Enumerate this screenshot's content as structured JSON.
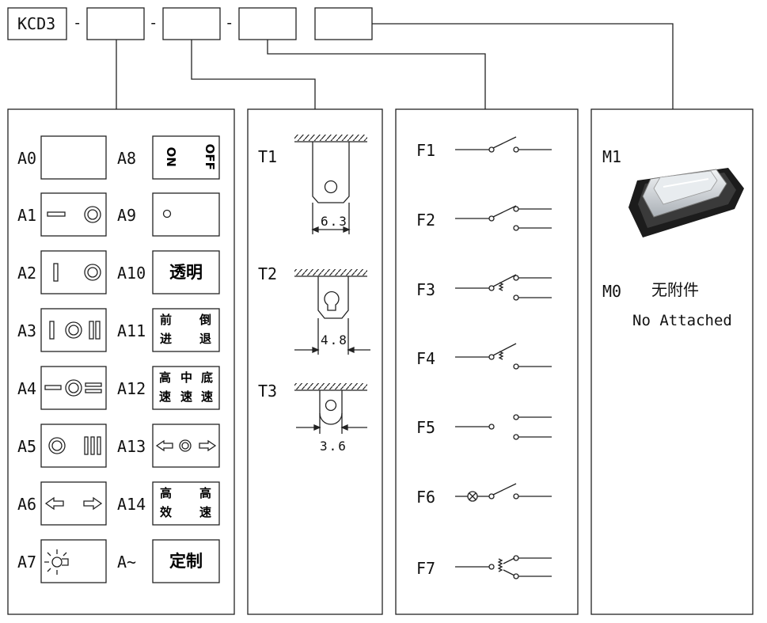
{
  "header": {
    "model_code": "KCD3",
    "separators": [
      "-",
      "-",
      "-"
    ]
  },
  "lens_panel": {
    "left_codes": [
      "A0",
      "A1",
      "A2",
      "A3",
      "A4",
      "A5",
      "A6",
      "A7"
    ],
    "right_codes": [
      "A8",
      "A9",
      "A10",
      "A11",
      "A12",
      "A13",
      "A14",
      "A~"
    ],
    "a8_text": {
      "on": "ON",
      "off": "OFF"
    },
    "a10_text": "透明",
    "a11_text": {
      "top_left": "前",
      "top_right": "倒",
      "bottom_left": "进",
      "bottom_right": "退"
    },
    "a12_text": {
      "top": [
        "高",
        "中",
        "底"
      ],
      "bottom": [
        "速",
        "速",
        "速"
      ]
    },
    "a14_text": {
      "top_left": "高",
      "top_right": "高",
      "bottom_left": "效",
      "bottom_right": "速"
    },
    "a_custom_text": "定制"
  },
  "terminal_panel": {
    "codes": [
      "T1",
      "T2",
      "T3"
    ],
    "dimensions": [
      "6.3",
      "4.8",
      "3.6"
    ]
  },
  "circuit_panel": {
    "codes": [
      "F1",
      "F2",
      "F3",
      "F4",
      "F5",
      "F6",
      "F7"
    ]
  },
  "accessory_panel": {
    "m1_code": "M1",
    "m0_code": "M0",
    "m0_cn": "无附件",
    "m0_en": "No Attached"
  }
}
